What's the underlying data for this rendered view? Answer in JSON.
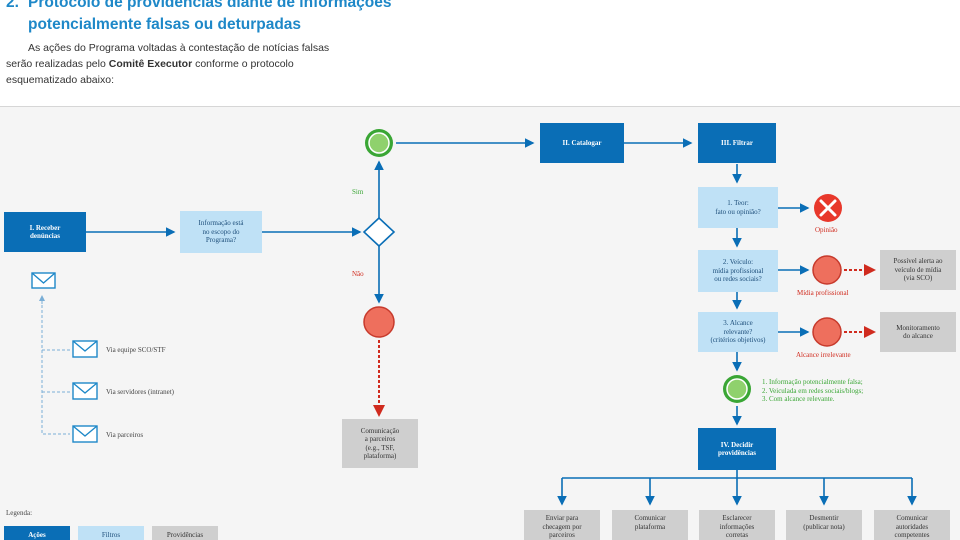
{
  "header": {
    "number": "2.",
    "title_line1": "Protocolo de providências diante de informações",
    "title_line2": "potencialmente falsas ou deturpadas"
  },
  "intro": {
    "part1": "As ações do Programa voltadas à contestação de notícias falsas serão realizadas pelo ",
    "bold": "Comitê Executor",
    "part2": " conforme o protocolo esquematizado abaixo:"
  },
  "diagram": {
    "receber": "I. Receber\ndenúncias",
    "escopo": "Informação está\nno escopo do\nPrograma?",
    "sim": "Sim",
    "nao": "Não",
    "catalogar": "II. Catalogar",
    "filtrar": "III. Filtrar",
    "teor": "1. Teor:\nfato ou opinião?",
    "opiniao": "Opinião",
    "veiculo": "2. Veículo:\nmídia profissional\nou redes sociais?",
    "midia_profissional": "Mídia profissional",
    "alerta": "Possível alerta ao\nveículo de mídia\n(via SCO)",
    "alcance": "3. Alcance\nrelevante?\n(critérios objetivos)",
    "alcance_irrelevante": "Alcance irrelevante",
    "monitoramento": "Monitoramento\ndo alcance",
    "criterios": "1. Informação potencialmente falsa;\n2. Veiculada em redes sociais/blogs;\n3. Com alcance relevante.",
    "decidir": "IV. Decidir\nprovidências",
    "comunicacao": "Comunicação\na parceiros\n(e.g., TSF,\nplataforma)",
    "channels": [
      "Via equipe SCO/STF",
      "Via servidores (intranet)",
      "Via parceiros"
    ],
    "providencias": [
      "Enviar para\nchecagem por\nparceiros",
      "Comunicar\nplataforma",
      "Esclarecer\ninformações\ncorretas",
      "Desmentir\n(publicar nota)",
      "Comunicar\nautoridades\ncompetentes"
    ]
  },
  "legend": {
    "title": "Legenda:",
    "acoes": "Ações",
    "filtros": "Filtros",
    "providencias": "Providências"
  },
  "colors": {
    "action": "#0a6eb6",
    "filter": "#bfe1f6",
    "provision": "#cfcfcf",
    "heading": "#1e88c8",
    "green": "#3aa635",
    "red": "#d02b1e",
    "stop": "#ee6f5d"
  }
}
